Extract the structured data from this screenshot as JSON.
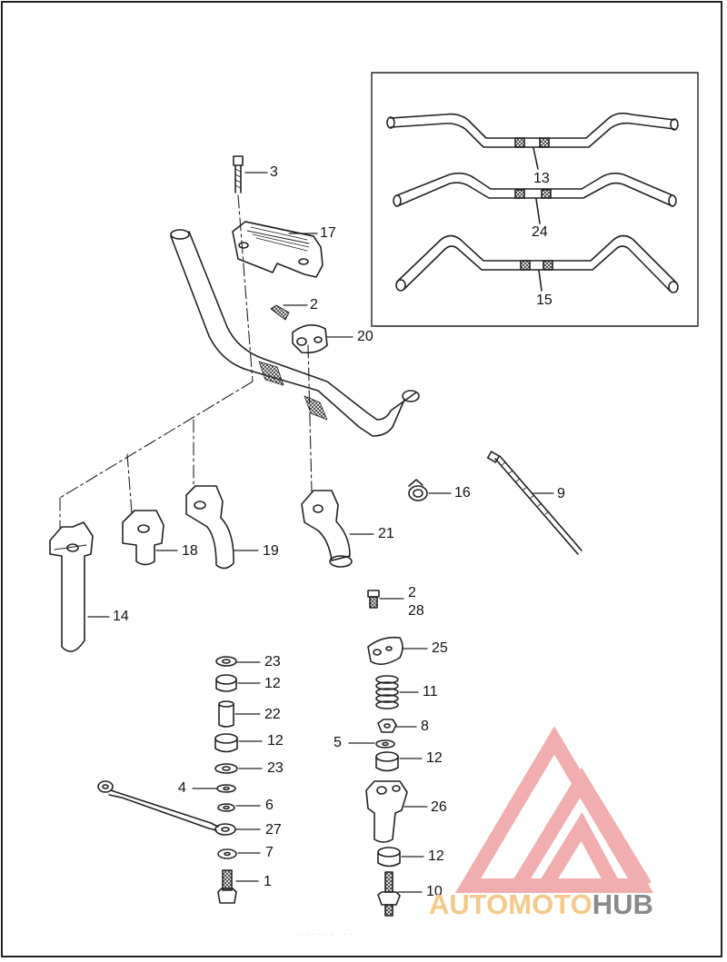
{
  "callouts": [
    {
      "id": "c3",
      "text": "3"
    },
    {
      "id": "c17",
      "text": "17"
    },
    {
      "id": "c2a",
      "text": "2"
    },
    {
      "id": "c20",
      "text": "20"
    },
    {
      "id": "c13",
      "text": "13"
    },
    {
      "id": "c24",
      "text": "24"
    },
    {
      "id": "c15",
      "text": "15"
    },
    {
      "id": "c16",
      "text": "16"
    },
    {
      "id": "c9",
      "text": "9"
    },
    {
      "id": "c21",
      "text": "21"
    },
    {
      "id": "c18",
      "text": "18"
    },
    {
      "id": "c19",
      "text": "19"
    },
    {
      "id": "c14",
      "text": "14"
    },
    {
      "id": "c2b",
      "text": "2"
    },
    {
      "id": "c28",
      "text": "28"
    },
    {
      "id": "c25",
      "text": "25"
    },
    {
      "id": "c23a",
      "text": "23"
    },
    {
      "id": "c12a",
      "text": "12"
    },
    {
      "id": "c22",
      "text": "22"
    },
    {
      "id": "c12b",
      "text": "12"
    },
    {
      "id": "c23b",
      "text": "23"
    },
    {
      "id": "c4",
      "text": "4"
    },
    {
      "id": "c6",
      "text": "6"
    },
    {
      "id": "c27",
      "text": "27"
    },
    {
      "id": "c7",
      "text": "7"
    },
    {
      "id": "c1",
      "text": "1"
    },
    {
      "id": "c11",
      "text": "11"
    },
    {
      "id": "c8",
      "text": "8"
    },
    {
      "id": "c5",
      "text": "5"
    },
    {
      "id": "c12c",
      "text": "12"
    },
    {
      "id": "c26",
      "text": "26"
    },
    {
      "id": "c12d",
      "text": "12"
    },
    {
      "id": "c10",
      "text": "10"
    }
  ],
  "watermark": {
    "part1": "AUTOMOTO",
    "part2": "HUB",
    "colors": {
      "triangle": "#f0a0a0",
      "text_light": "#f4c98a",
      "text_dark": "#8a8a8a"
    }
  },
  "footer_ref": "· · · · · · · · ·"
}
